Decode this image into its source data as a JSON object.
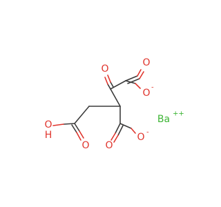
{
  "molecule": {
    "colors": {
      "carbon_bond": "#3a3a3a",
      "oxygen": "#e0342c",
      "barium": "#3db535",
      "background": "#ffffff"
    },
    "atoms": {
      "keto_o": "O",
      "top_carboxylate_o_double": "O",
      "top_carboxylate_o_single": "O",
      "top_carboxylate_charge": "-",
      "mid_carboxylate_o_double": "O",
      "mid_carboxylate_o_single": "O",
      "mid_carboxylate_charge": "-",
      "acid_o_double": "O",
      "acid_o_hydroxyl": "O",
      "acid_h": "H",
      "barium": "Ba",
      "barium_charge": "++"
    }
  }
}
